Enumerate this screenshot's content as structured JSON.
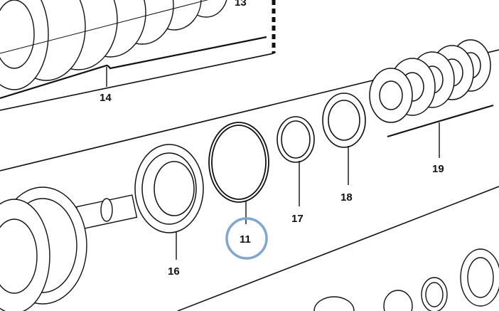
{
  "labels": {
    "part_13": "13",
    "part_14": "14",
    "part_16": "16",
    "part_17": "17",
    "part_18": "18",
    "part_19": "19",
    "part_11": "11"
  },
  "colors": {
    "line": "#111111",
    "highlight_circle": "#7fa6d3",
    "background": "#ffffff"
  }
}
